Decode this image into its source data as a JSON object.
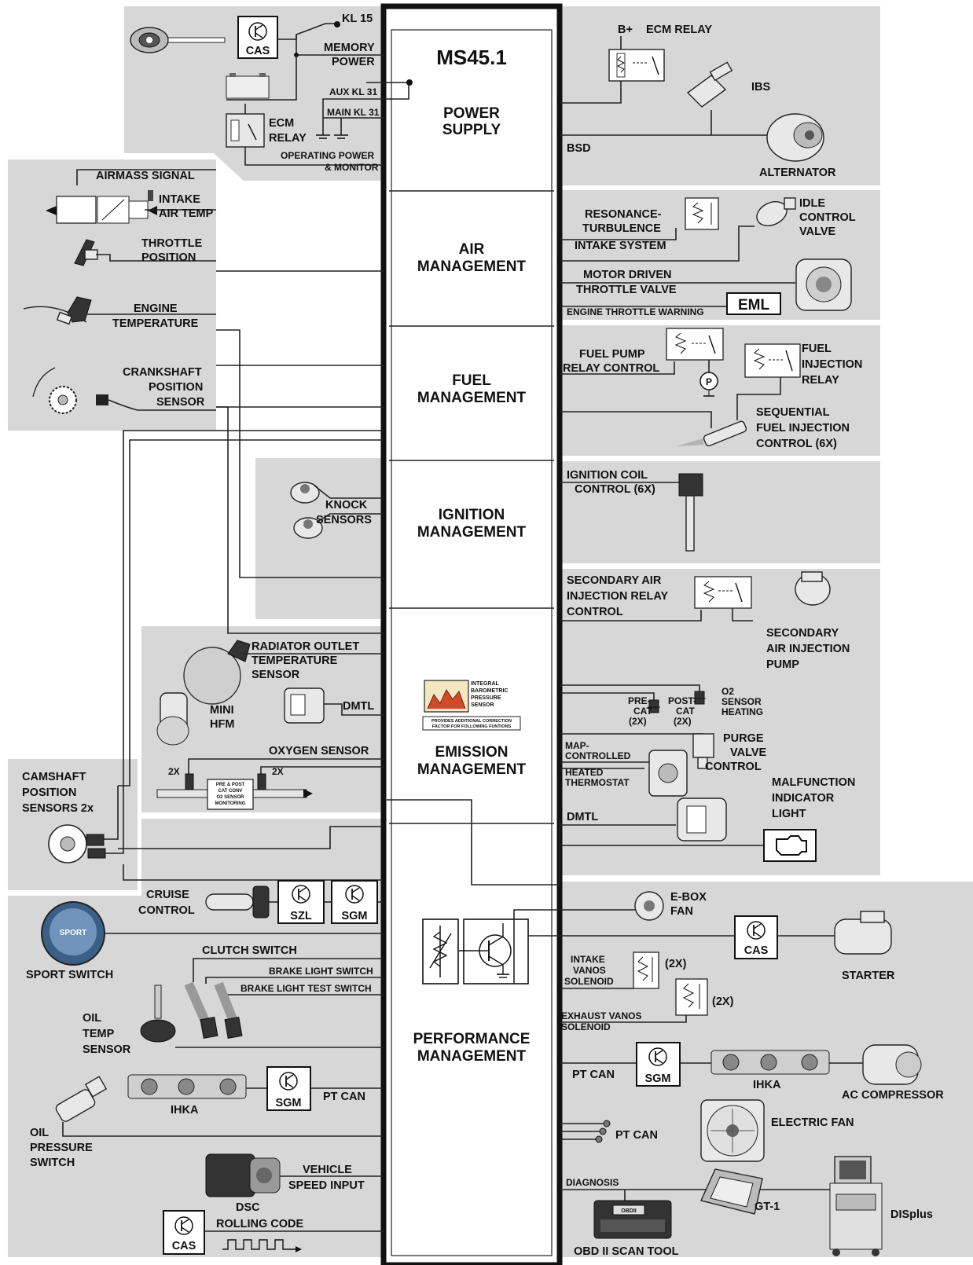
{
  "header": {
    "title": "MS45.1"
  },
  "central_modules": [
    {
      "key": "power",
      "lines": [
        "POWER",
        "SUPPLY"
      ]
    },
    {
      "key": "air",
      "lines": [
        "AIR",
        "MANAGEMENT"
      ]
    },
    {
      "key": "fuel",
      "lines": [
        "FUEL",
        "MANAGEMENT"
      ]
    },
    {
      "key": "ignition",
      "lines": [
        "IGNITION",
        "MANAGEMENT"
      ]
    },
    {
      "key": "emission",
      "lines": [
        "EMISSION",
        "MANAGEMENT"
      ]
    },
    {
      "key": "performance",
      "lines": [
        "PERFORMANCE",
        "MANAGEMENT"
      ]
    }
  ],
  "labels": {
    "kl15": "KL 15",
    "cas": "CAS",
    "memory_power": [
      "MEMORY",
      "POWER"
    ],
    "aux_kl31": "AUX KL 31",
    "main_kl31": "MAIN KL 31",
    "ecm_relay_left": [
      "ECM",
      "RELAY"
    ],
    "operating_power": [
      "OPERATING POWER",
      "& MONITOR"
    ],
    "b_plus": "B+",
    "ecm_relay_right": "ECM RELAY",
    "ibs": "IBS",
    "bsd": "BSD",
    "alternator": "ALTERNATOR",
    "airmass": "AIRMASS SIGNAL",
    "intake_air_temp": [
      "INTAKE",
      "AIR TEMP"
    ],
    "throttle_position": [
      "THROTTLE",
      "POSITION"
    ],
    "engine_temperature": [
      "ENGINE",
      "TEMPERATURE"
    ],
    "crankshaft": [
      "CRANKSHAFT",
      "POSITION",
      "SENSOR"
    ],
    "resonance": [
      "RESONANCE-",
      "TURBULENCE",
      "INTAKE SYSTEM"
    ],
    "idle_control": [
      "IDLE",
      "CONTROL",
      "VALVE"
    ],
    "motor_throttle": [
      "MOTOR DRIVEN",
      "THROTTLE VALVE"
    ],
    "engine_throttle_warning": "ENGINE THROTTLE WARNING",
    "eml": "EML",
    "fuel_pump_relay": [
      "FUEL PUMP",
      "RELAY CONTROL"
    ],
    "pump_p": "P",
    "fuel_injection_relay": [
      "FUEL",
      "INJECTION",
      "RELAY"
    ],
    "sequential": [
      "SEQUENTIAL",
      "FUEL INJECTION",
      "CONTROL (6X)"
    ],
    "knock": [
      "KNOCK",
      "SENSORS"
    ],
    "ignition_coil": [
      "IGNITION COIL",
      "CONTROL (6X)"
    ],
    "secondary_relay": [
      "SECONDARY AIR",
      "INJECTION RELAY",
      "CONTROL"
    ],
    "secondary_pump": [
      "SECONDARY",
      "AIR INJECTION",
      "PUMP"
    ],
    "radiator_outlet": [
      "RADIATOR OUTLET",
      "TEMPERATURE",
      "SENSOR"
    ],
    "dmtl": "DMTL",
    "mini_hfm": [
      "MINI",
      "HFM"
    ],
    "oxygen_sensor": "OXYGEN SENSOR",
    "two_x": "2X",
    "cat_box": [
      "PRE & POST",
      "CAT CONV",
      "O2 SENSOR",
      "MONITORING"
    ],
    "baro": [
      "INTEGRAL",
      "BAROMETRIC",
      "PRESSURE",
      "SENSOR"
    ],
    "baro_note": [
      "PROVIDES ADDITIONAL CORRECTION",
      "FACTOR FOR FOLLOWING FUNTIONS"
    ],
    "pre_cat": [
      "PRE-",
      "CAT",
      "(2X)"
    ],
    "post_cat": [
      "POST-",
      "CAT",
      "(2X)"
    ],
    "o2_heating": [
      "O2",
      "SENSOR",
      "HEATING"
    ],
    "map_controlled": [
      "MAP-",
      "CONTROLLED"
    ],
    "heated_thermostat": [
      "HEATED",
      "THERMOSTAT"
    ],
    "purge_valve": [
      "PURGE",
      "VALVE",
      "CONTROL"
    ],
    "dmtl_right": "DMTL",
    "mil": [
      "MALFUNCTION",
      "INDICATOR",
      "LIGHT"
    ],
    "camshaft": [
      "CAMSHAFT",
      "POSITION",
      "SENSORS 2x"
    ],
    "cruise": [
      "CRUISE",
      "CONTROL"
    ],
    "szl": "SZL",
    "sgm": "SGM",
    "sport_badge": "SPORT",
    "sport_switch": "SPORT SWITCH",
    "clutch_switch": "CLUTCH SWITCH",
    "brake_light": "BRAKE LIGHT SWITCH",
    "brake_test": "BRAKE LIGHT  TEST SWITCH",
    "oil_temp": [
      "OIL",
      "TEMP",
      "SENSOR"
    ],
    "ihka": "IHKA",
    "pt_can": "PT CAN",
    "oil_pressure": [
      "OIL",
      "PRESSURE",
      "SWITCH"
    ],
    "dsc": "DSC",
    "vehicle_speed": [
      "VEHICLE",
      "SPEED INPUT"
    ],
    "rolling_code": "ROLLING CODE",
    "ebox_fan": [
      "E-BOX",
      "FAN"
    ],
    "starter": "STARTER",
    "intake_vanos": [
      "INTAKE",
      "VANOS",
      "SOLENOID"
    ],
    "two_x_paren": "(2X)",
    "exhaust_vanos": [
      "EXHAUST  VANOS",
      "SOLENOID"
    ],
    "ac_compressor": "AC COMPRESSOR",
    "electric_fan": "ELECTRIC FAN",
    "diagnosis": "DIAGNOSIS",
    "gt1": "GT-1",
    "displus": "DISplus",
    "obd_tool": "OBD II SCAN TOOL",
    "obd_small": "OBDII"
  }
}
